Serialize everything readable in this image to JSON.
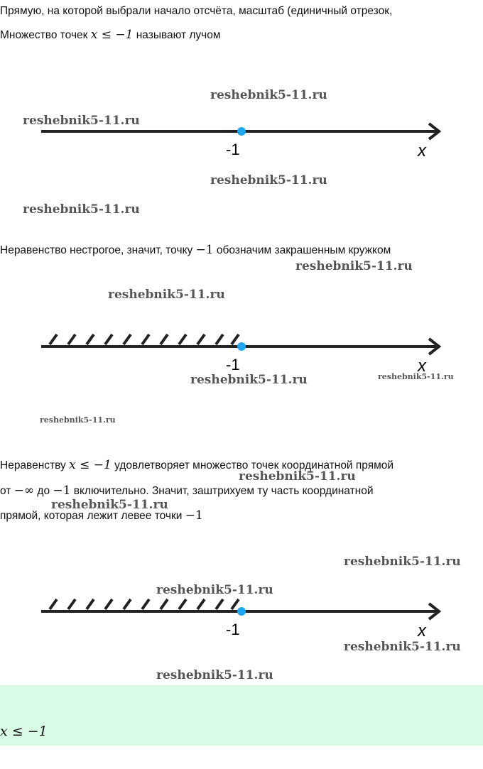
{
  "paragraphs": {
    "p1": "Прямую, на которой выбрали начало отсчёта, масштаб (единичный отрезок,",
    "p2_a": "Множество точек ",
    "p2_m": "x ≤ −1",
    "p2_b": " называют лучом",
    "p3_a": "Неравенство нестрогое, значит, точку ",
    "p3_m": "−1",
    "p3_b": " обозначим закрашенным кружком",
    "p4_a": "Неравенству ",
    "p4_m": "x ≤ −1",
    "p4_b": " удовлетворяет множество точек координатной прямой",
    "p5_a": "от ",
    "p5_m1": "−∞",
    "p5_b": " до ",
    "p5_m2": "−1",
    "p5_c": " включительно. Значит, заштрихуем ту часть координатной",
    "p6_a": "прямой, которая лежит левее точки ",
    "p6_m": "−1"
  },
  "diagram": {
    "point_label": "-1",
    "axis_label": "x",
    "point_color": "#1ea7f0"
  },
  "watermark": "reshebnik5-11.ru",
  "answer": "x ≤ −1",
  "colors": {
    "answer_bg": "#d9fbe6"
  }
}
